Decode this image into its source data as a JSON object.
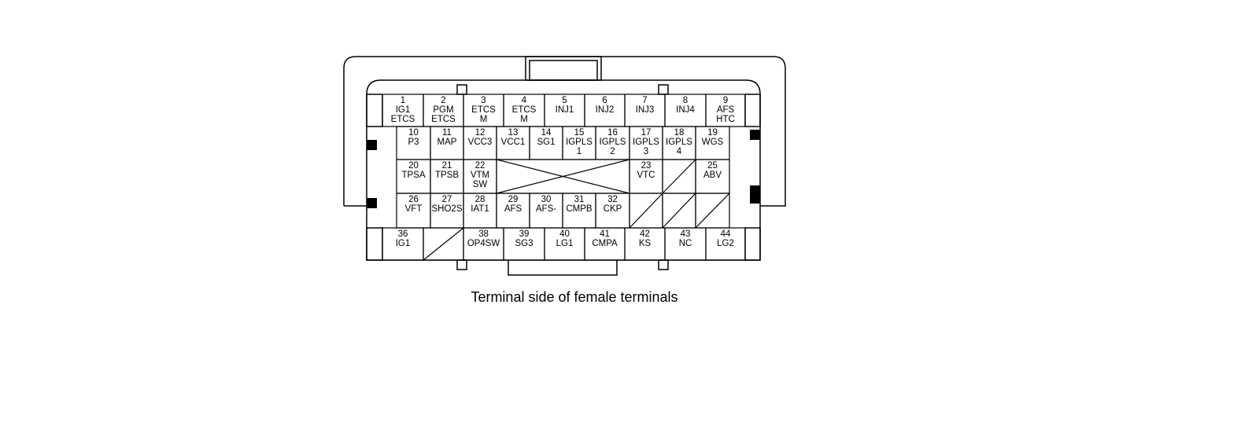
{
  "caption": "Terminal side of female terminals",
  "terminals": [
    {
      "num": "1",
      "lines": [
        "IG1",
        "ETCS"
      ]
    },
    {
      "num": "2",
      "lines": [
        "PGM",
        "ETCS"
      ]
    },
    {
      "num": "3",
      "lines": [
        "ETCS",
        "M"
      ]
    },
    {
      "num": "4",
      "lines": [
        "ETCS",
        "M"
      ]
    },
    {
      "num": "5",
      "lines": [
        "INJ1"
      ]
    },
    {
      "num": "6",
      "lines": [
        "INJ2"
      ]
    },
    {
      "num": "7",
      "lines": [
        "INJ3"
      ]
    },
    {
      "num": "8",
      "lines": [
        "INJ4"
      ]
    },
    {
      "num": "9",
      "lines": [
        "AFS",
        "HTC"
      ]
    },
    {
      "num": "10",
      "lines": [
        "P3"
      ]
    },
    {
      "num": "11",
      "lines": [
        "MAP"
      ]
    },
    {
      "num": "12",
      "lines": [
        "VCC3"
      ]
    },
    {
      "num": "13",
      "lines": [
        "VCC1"
      ]
    },
    {
      "num": "14",
      "lines": [
        "SG1"
      ]
    },
    {
      "num": "15",
      "lines": [
        "IGPLS",
        "1"
      ]
    },
    {
      "num": "16",
      "lines": [
        "IGPLS",
        "2"
      ]
    },
    {
      "num": "17",
      "lines": [
        "IGPLS",
        "3"
      ]
    },
    {
      "num": "18",
      "lines": [
        "IGPLS",
        "4"
      ]
    },
    {
      "num": "19",
      "lines": [
        "WGS"
      ]
    },
    {
      "num": "20",
      "lines": [
        "TPSA"
      ]
    },
    {
      "num": "21",
      "lines": [
        "TPSB"
      ]
    },
    {
      "num": "22",
      "lines": [
        "VTM",
        "SW"
      ]
    },
    {
      "num": "23",
      "lines": [
        "VTC"
      ]
    },
    {
      "num": "25",
      "lines": [
        "ABV"
      ]
    },
    {
      "num": "26",
      "lines": [
        "VFT"
      ]
    },
    {
      "num": "27",
      "lines": [
        "SHO2S"
      ]
    },
    {
      "num": "28",
      "lines": [
        "IAT1"
      ]
    },
    {
      "num": "29",
      "lines": [
        "AFS"
      ]
    },
    {
      "num": "30",
      "lines": [
        "AFS-"
      ]
    },
    {
      "num": "31",
      "lines": [
        "CMPB"
      ]
    },
    {
      "num": "32",
      "lines": [
        "CKP"
      ]
    },
    {
      "num": "36",
      "lines": [
        "IG1"
      ]
    },
    {
      "num": "38",
      "lines": [
        "OP4SW"
      ]
    },
    {
      "num": "39",
      "lines": [
        "SG3"
      ]
    },
    {
      "num": "40",
      "lines": [
        "LG1"
      ]
    },
    {
      "num": "41",
      "lines": [
        "CMPA"
      ]
    },
    {
      "num": "42",
      "lines": [
        "KS"
      ]
    },
    {
      "num": "43",
      "lines": [
        "NC"
      ]
    },
    {
      "num": "44",
      "lines": [
        "LG2"
      ]
    }
  ]
}
